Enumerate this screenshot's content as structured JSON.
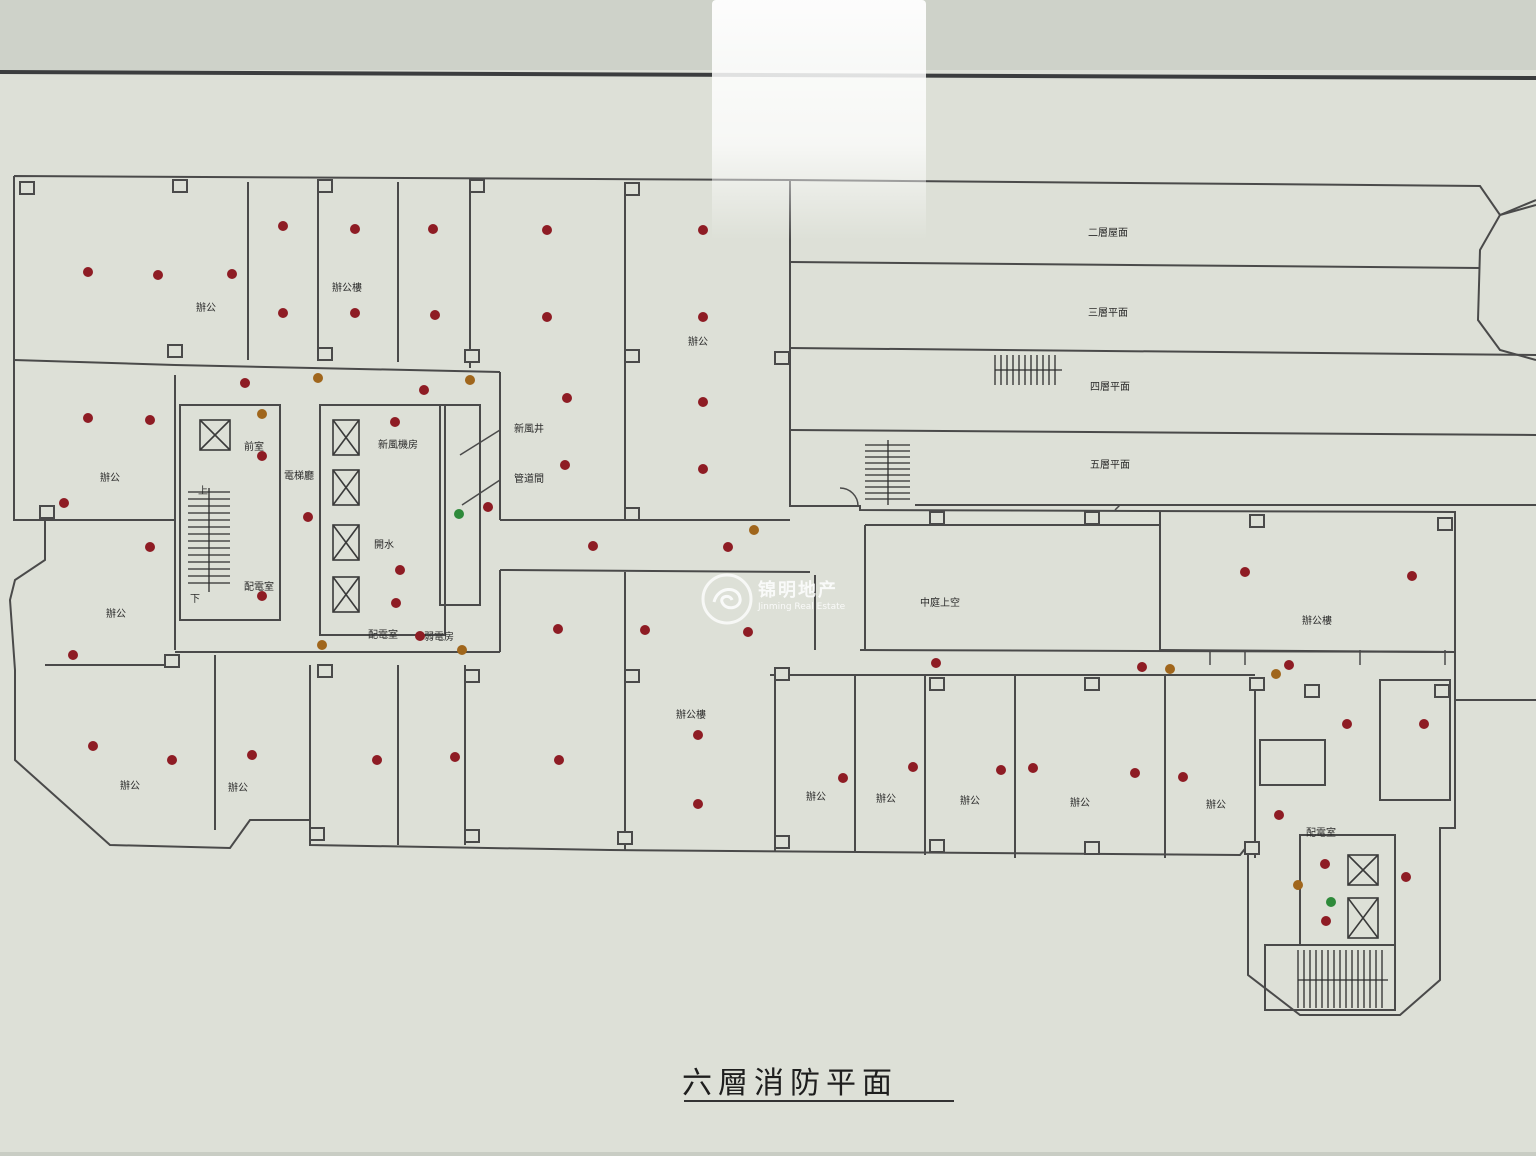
{
  "title": "六層消防平面",
  "watermark": {
    "cn": "锦明地产",
    "en": "Jinming Real Estate",
    "logo_icon": "swirl-logo-icon"
  },
  "colors": {
    "paper": "#dfe2d9",
    "line": "#4a4a4a",
    "red_marker": "#8e1c24",
    "orange_marker": "#a0661c",
    "green_marker": "#2e8a3a"
  },
  "rooms": [
    {
      "id": "office-nw",
      "label": "辦公"
    },
    {
      "id": "office-n2",
      "label": "辦公樓"
    },
    {
      "id": "office-n3",
      "label": "辦公"
    },
    {
      "id": "office-w1",
      "label": "辦公"
    },
    {
      "id": "office-w2",
      "label": "辦公"
    },
    {
      "id": "office-sw1",
      "label": "辦公"
    },
    {
      "id": "office-sw2",
      "label": "辦公"
    },
    {
      "id": "office-s-mid",
      "label": "辦公樓"
    },
    {
      "id": "office-s1",
      "label": "辦公"
    },
    {
      "id": "office-s2",
      "label": "辦公"
    },
    {
      "id": "office-s3",
      "label": "辦公"
    },
    {
      "id": "office-s4",
      "label": "辦公"
    },
    {
      "id": "office-s5",
      "label": "辦公"
    },
    {
      "id": "office-e",
      "label": "辦公樓"
    },
    {
      "id": "atrium",
      "label": "中庭上空"
    },
    {
      "id": "roof-2",
      "label": "二層屋面"
    },
    {
      "id": "floor-3",
      "label": "三層平面"
    },
    {
      "id": "floor-4",
      "label": "四層平面"
    },
    {
      "id": "floor-5",
      "label": "五層平面"
    },
    {
      "id": "elevator-hall",
      "label": "電梯廳"
    },
    {
      "id": "fresh-air-room",
      "label": "新風機房"
    },
    {
      "id": "fresh-air-shaft",
      "label": "新風井"
    },
    {
      "id": "pipe-room",
      "label": "管道間"
    },
    {
      "id": "plumbing",
      "label": "開水"
    },
    {
      "id": "distribution-w",
      "label": "配電室"
    },
    {
      "id": "distribution-e",
      "label": "配電室"
    },
    {
      "id": "distribution-ne",
      "label": "配電室"
    },
    {
      "id": "weak-current",
      "label": "弱電房"
    },
    {
      "id": "front-room",
      "label": "前室"
    },
    {
      "id": "stair-up",
      "label": "上"
    },
    {
      "id": "stair-down",
      "label": "下"
    }
  ]
}
